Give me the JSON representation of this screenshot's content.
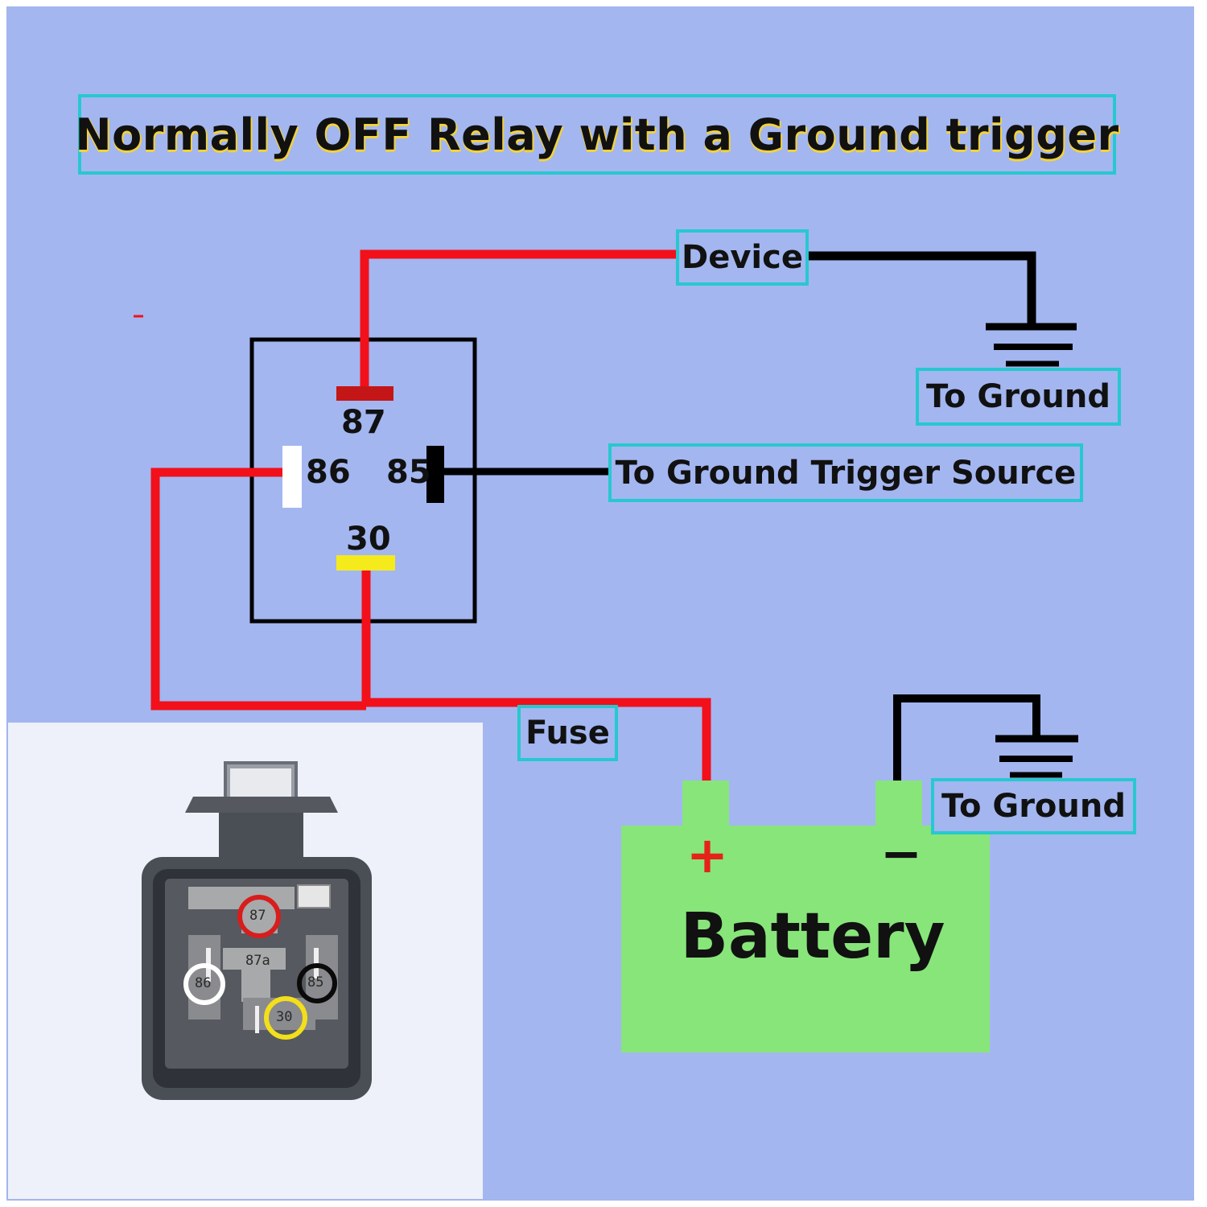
{
  "title": "Normally OFF Relay with a Ground trigger",
  "labels": {
    "device": "Device",
    "to_ground_top": "To Ground",
    "to_ground_trigger": "To Ground Trigger Source",
    "fuse": "Fuse",
    "to_ground_battery": "To Ground"
  },
  "relay_pins": {
    "pin87": "87",
    "pin86": "86",
    "pin85": "85",
    "pin30": "30"
  },
  "battery": {
    "label": "Battery",
    "positive": "+",
    "negative": "−"
  },
  "photo_pins": {
    "pin87": "87",
    "pin87a": "87a",
    "pin86": "86",
    "pin85": "85",
    "pin30": "30"
  },
  "colors": {
    "background": "#a3b6f0",
    "wire_positive": "#f2101a",
    "wire_ground": "#000000",
    "label_border": "#27c8cf",
    "pin87_marker": "#c41616",
    "pin86_marker": "#ffffff",
    "pin85_marker": "#000000",
    "pin30_marker": "#f5ea1c",
    "battery_fill": "#88e57a",
    "title_highlight": "#f2d23c"
  }
}
